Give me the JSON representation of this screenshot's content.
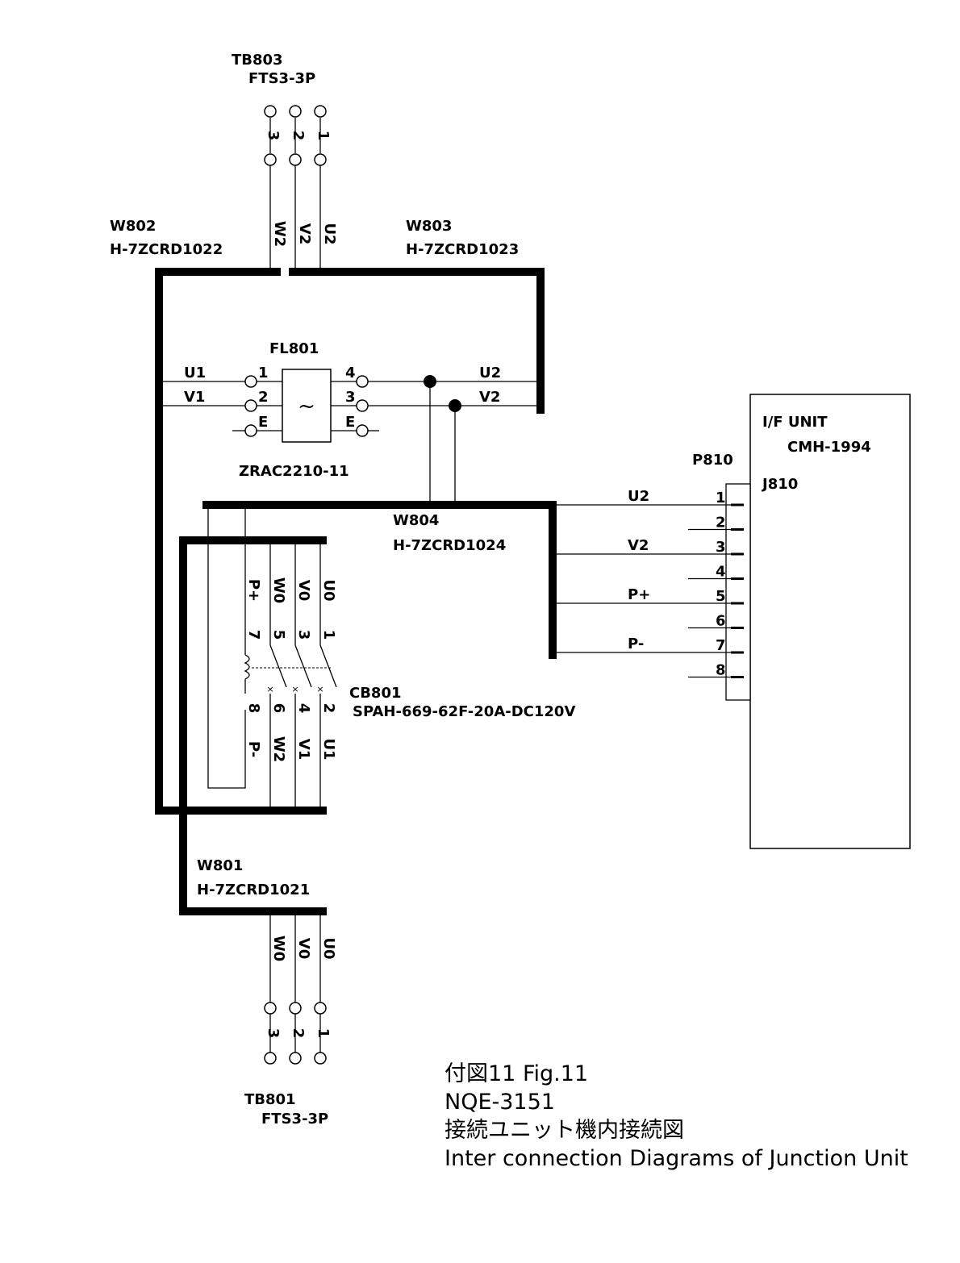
{
  "tb803": {
    "name": "TB803",
    "type": "FTS3-3P",
    "pins": [
      "3",
      "2",
      "1"
    ],
    "wires": [
      "W2",
      "V2",
      "U2"
    ]
  },
  "tb801": {
    "name": "TB801",
    "type": "FTS3-3P",
    "pins": [
      "3",
      "2",
      "1"
    ],
    "wires": [
      "W0",
      "V0",
      "U0"
    ]
  },
  "w802": {
    "name": "W802",
    "part": "H-7ZCRD1022"
  },
  "w803": {
    "name": "W803",
    "part": "H-7ZCRD1023"
  },
  "w804": {
    "name": "W804",
    "part": "H-7ZCRD1024"
  },
  "w801": {
    "name": "W801",
    "part": "H-7ZCRD1021"
  },
  "fl801": {
    "name": "FL801",
    "part": "ZRAC2210-11",
    "symbol": "~",
    "in_wires": [
      "U1",
      "V1"
    ],
    "out_wires": [
      "U2",
      "V2"
    ],
    "left_pins": [
      "1",
      "2",
      "E"
    ],
    "right_pins": [
      "4",
      "3",
      "E"
    ]
  },
  "cb801": {
    "name": "CB801",
    "part": "SPAH-669-62F-20A-DC120V",
    "top_wires": [
      "P+",
      "W0",
      "V0",
      "U0"
    ],
    "top_pins": [
      "7",
      "5",
      "3",
      "1"
    ],
    "bottom_pins": [
      "8",
      "6",
      "4",
      "2"
    ],
    "bottom_wires": [
      "P-",
      "W2",
      "V1",
      "U1"
    ]
  },
  "if_unit": {
    "name": "I/F UNIT",
    "model": "CMH-1994",
    "plug": "P810",
    "jack": "J810"
  },
  "connector_pins": [
    "1",
    "2",
    "3",
    "4",
    "5",
    "6",
    "7",
    "8"
  ],
  "connector_signals": [
    "U2",
    "V2",
    "P+",
    "P-"
  ],
  "caption": {
    "line1": "付図11 Fig.11",
    "line2": "NQE-3151",
    "line3": "接続ユニット機内接続図",
    "line4": "Inter connection Diagrams of Junction Unit"
  }
}
